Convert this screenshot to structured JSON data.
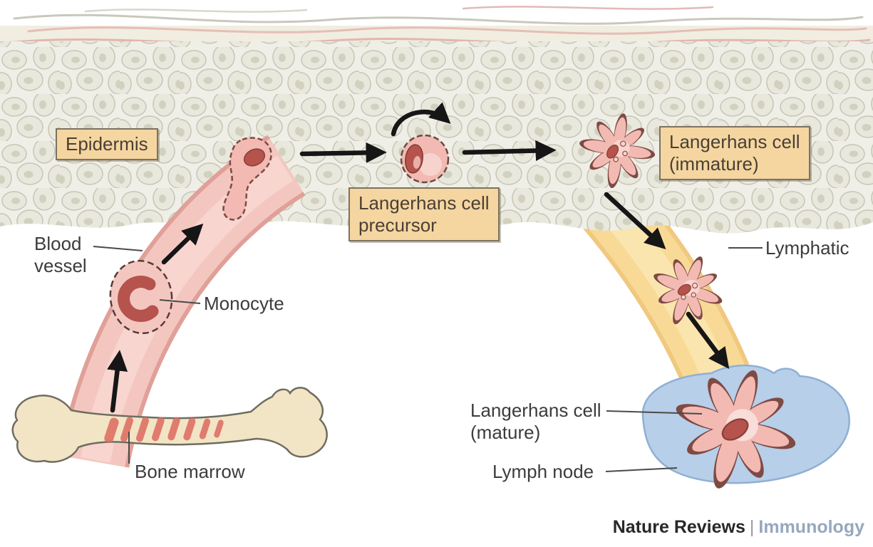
{
  "figure": {
    "description": "Langerhans cell development: monocytes from bone marrow travel via blood vessel to the epidermis, become Langerhans cell precursors and immature Langerhans cells, then migrate through lymphatics to mature in the lymph node"
  },
  "boxed_labels": {
    "epidermis": "Epidermis",
    "precursor_line1": "Langerhans cell",
    "precursor_line2": "precursor",
    "immature_line1": "Langerhans cell",
    "immature_line2": "(immature)"
  },
  "labels": {
    "blood_vessel_line1": "Blood",
    "blood_vessel_line2": "vessel",
    "monocyte": "Monocyte",
    "bone_marrow": "Bone marrow",
    "lymphatic": "Lymphatic",
    "mature_line1": "Langerhans cell",
    "mature_line2": "(mature)",
    "lymph_node": "Lymph node"
  },
  "branding": {
    "publisher": "Nature Reviews",
    "separator": "|",
    "journal": "Immunology"
  },
  "colors": {
    "label_box_bg": "#f5d6a0",
    "label_box_border": "#7c7260",
    "blood_vessel": "#f3c7c0",
    "blood_vessel_edge": "#e0a098",
    "blood_vessel_highlight": "#f8d7d1",
    "lymphatic": "#f8da96",
    "lymphatic_edge": "#f0c87e",
    "lymphatic_highlight": "#fbe7b4",
    "lymph_node_fill": "#b7cfe9",
    "lymph_node_edge": "#8fb0d4",
    "cell_fill": "#f2bab2",
    "cell_outline": "#7e4a44",
    "nucleus": "#b5534c",
    "bone_fill": "#f2e5c5",
    "bone_outline": "#6f6d60",
    "marrow_stripe": "#dd6a60",
    "arrow": "#161616",
    "pointer_line": "#4a4a4a",
    "epidermis_base": "#f0efe7",
    "journal_color": "#95a8bd"
  }
}
